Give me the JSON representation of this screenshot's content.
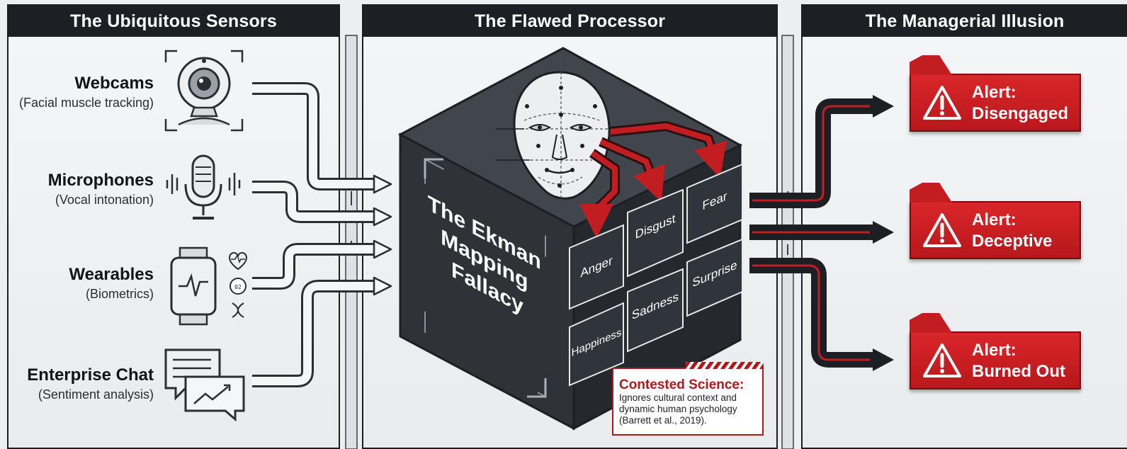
{
  "panels": {
    "sensors": {
      "title": "The Ubiquitous Sensors"
    },
    "processor": {
      "title": "The Flawed Processor"
    },
    "illusion": {
      "title": "The Managerial Illusion"
    }
  },
  "sensors": [
    {
      "name": "Webcams",
      "description": "(Facial muscle tracking)",
      "icon": "webcam-icon"
    },
    {
      "name": "Microphones",
      "description": "(Vocal intonation)",
      "icon": "microphone-icon"
    },
    {
      "name": "Wearables",
      "description": "(Biometrics)",
      "icon": "smartwatch-icon"
    },
    {
      "name": "Enterprise Chat",
      "description": "(Sentiment analysis)",
      "icon": "chat-icon"
    }
  ],
  "processor": {
    "cube_label": [
      "The Ekman",
      "Mapping",
      "Fallacy"
    ],
    "emotions": [
      "Fear",
      "Disgust",
      "Anger",
      "Surprise",
      "Sadness",
      "Happiness"
    ],
    "head_icon": "face-mapping-icon"
  },
  "contested": {
    "title": "Contested Science:",
    "body": [
      "Ignores cultural context and",
      "dynamic human psychology",
      "(Barrett et al., 2019)."
    ]
  },
  "alerts": [
    {
      "label": "Alert:",
      "value": "Disengaged",
      "icon": "warning-icon"
    },
    {
      "label": "Alert:",
      "value": "Deceptive",
      "icon": "warning-icon"
    },
    {
      "label": "Alert:",
      "value": "Burned Out",
      "icon": "warning-icon"
    }
  ],
  "colors": {
    "header_bg": "#1c1f23",
    "alert_red": "#c21d21",
    "cube_dark": "#2f3338",
    "arrow_outline": "#2b2e33"
  }
}
